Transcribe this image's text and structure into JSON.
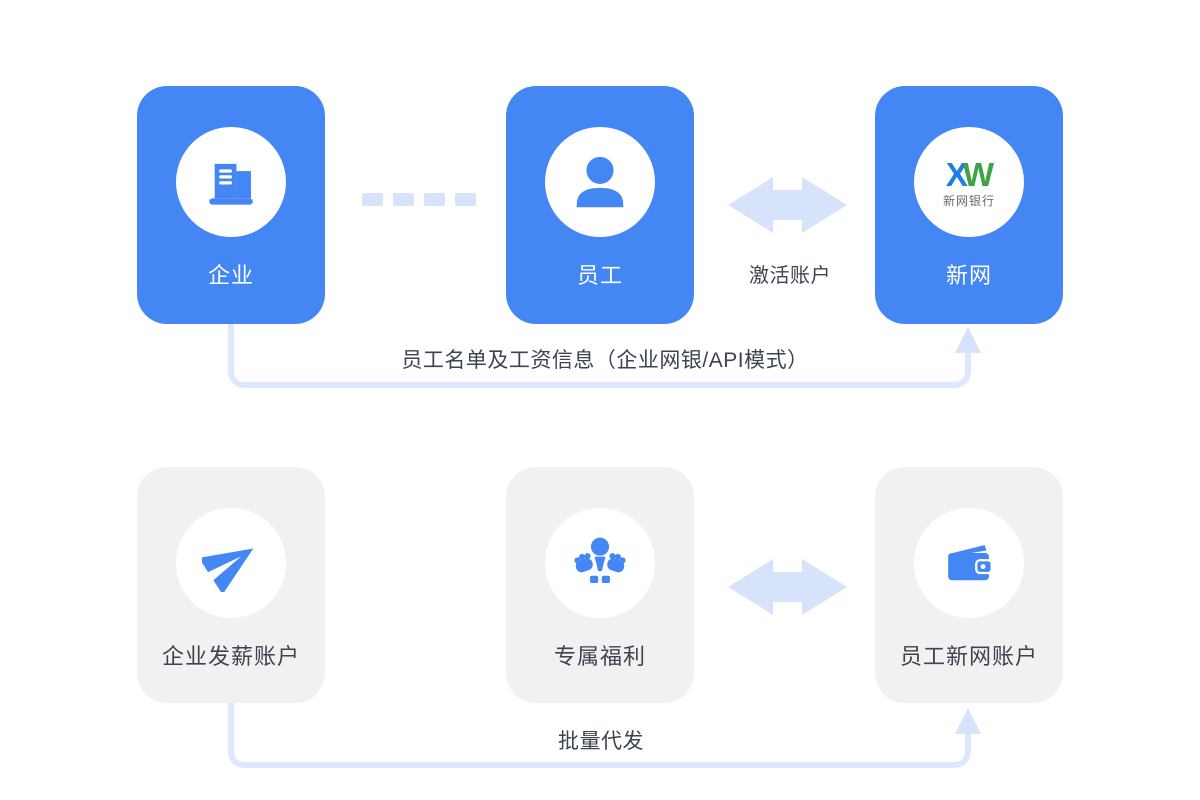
{
  "palette": {
    "card_blue": "#4386F4",
    "card_gray": "#F1F1F2",
    "icon_blue": "#4386F4",
    "connector_line": "#DDE8FC",
    "arrow_fill": "#D7E3FB",
    "text_dark": "#3D4451",
    "text_on_blue": "#FFFFFF",
    "logo_x_color": "#1B7FE4",
    "logo_w_color": "#3FA344",
    "logo_subtext_color": "#666B6F"
  },
  "nodes": {
    "enterprise": {
      "label": "企业",
      "icon": "building-icon"
    },
    "employee": {
      "label": "员工",
      "icon": "person-icon"
    },
    "xw_bank": {
      "label": "新网",
      "icon": "xw-bank-logo",
      "logo_x": "X",
      "logo_w": "W",
      "logo_subtext": "新网银行"
    },
    "payroll_account": {
      "label": "企业发薪账户",
      "icon": "paper-plane-icon"
    },
    "benefits": {
      "label": "专属福利",
      "icon": "hands-care-icon"
    },
    "employee_account": {
      "label": "员工新网账户",
      "icon": "wallet-icon"
    }
  },
  "edges": {
    "activate_account": "激活账户",
    "roster_info": "员工名单及工资信息（企业网银/API模式）",
    "batch_payout": "批量代发"
  }
}
